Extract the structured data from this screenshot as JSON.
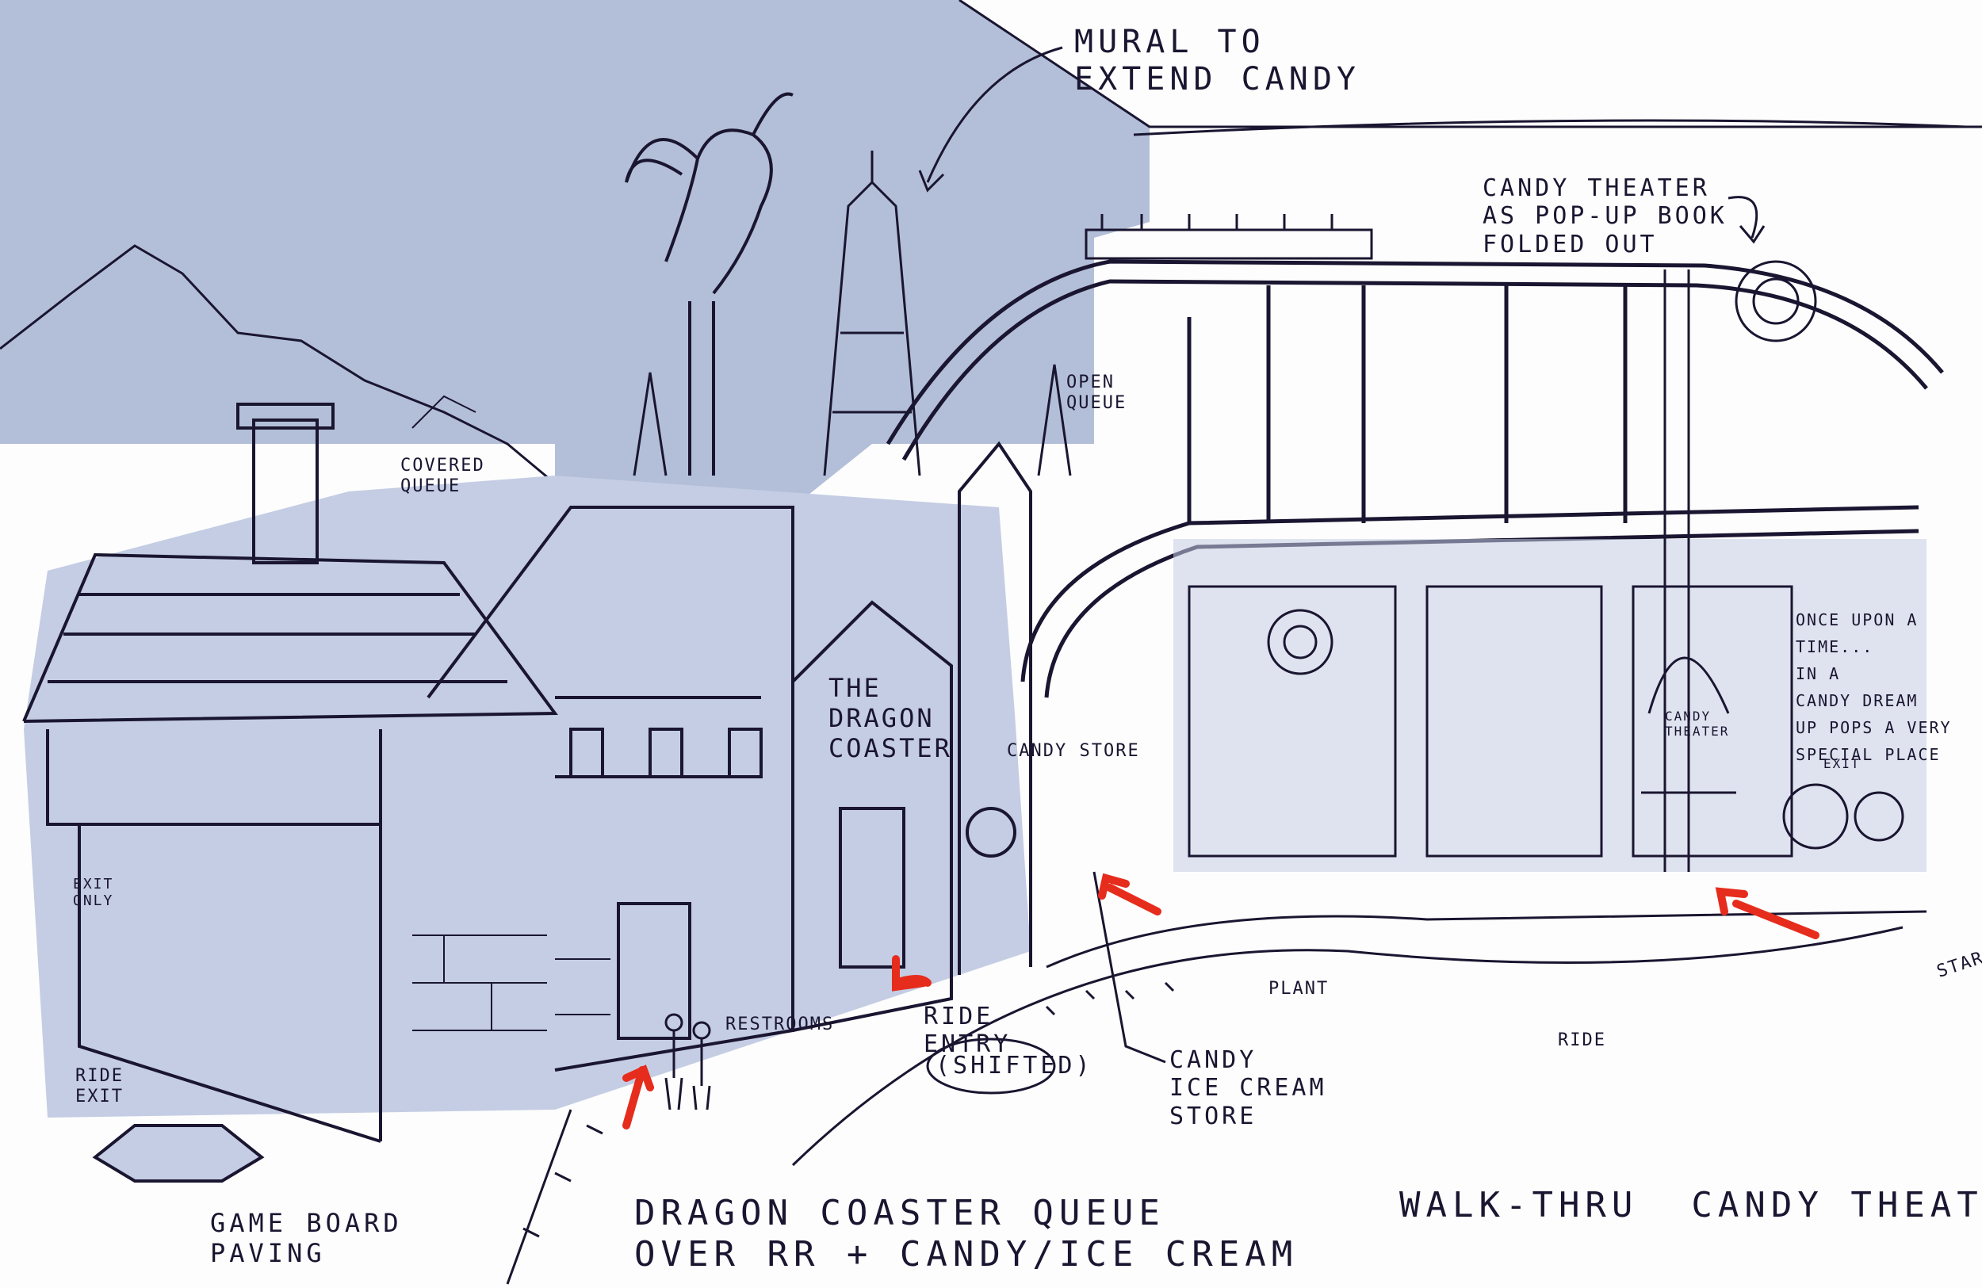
{
  "labels": {
    "mural": "MURAL TO\nEXTEND CANDY",
    "candy_theater_popup": "CANDY THEATER\nAS POP-UP BOOK\nFOLDED OUT",
    "open_queue": "OPEN\nQUEUE",
    "covered_queue": "COVERED\nQUEUE",
    "the_dragon_coaster_sign": "THE\nDRAGON\nCOASTER",
    "candy_store_sign": "CANDY STORE",
    "once_upon": "ONCE UPON A\nTIME...\nIN A\nCANDY DREAM\nUP POPS A VERY\nSPECIAL PLACE",
    "candy_tower_sign": "CANDY\nTHEATER",
    "exit_small": "EXIT",
    "exit_only": "EXIT\nONLY",
    "restrooms": "RESTROOMS",
    "ride_entry": "RIDE\nENTRY",
    "shifted": "(SHIFTED)",
    "plant": "PLANT",
    "ride": "RIDE",
    "candy_ice_cream_store": "CANDY\nICE CREAM\nSTORE",
    "ride_exit": "RIDE\nEXIT",
    "game_board_paving": "GAME BOARD\nPAVING",
    "dragon_coaster_queue": "DRAGON COASTER QUEUE\nOVER RR + CANDY/ICE CREAM",
    "walk_thru_candy_theater": "WALK-THRU  CANDY THEATER",
    "start": "STAR"
  },
  "colors": {
    "sky_wash": "#b3bfd8",
    "building_wash": "#c4cde3",
    "ink": "#1a1530",
    "marker_red": "#e62c1c",
    "paper": "#fdfdfd"
  }
}
